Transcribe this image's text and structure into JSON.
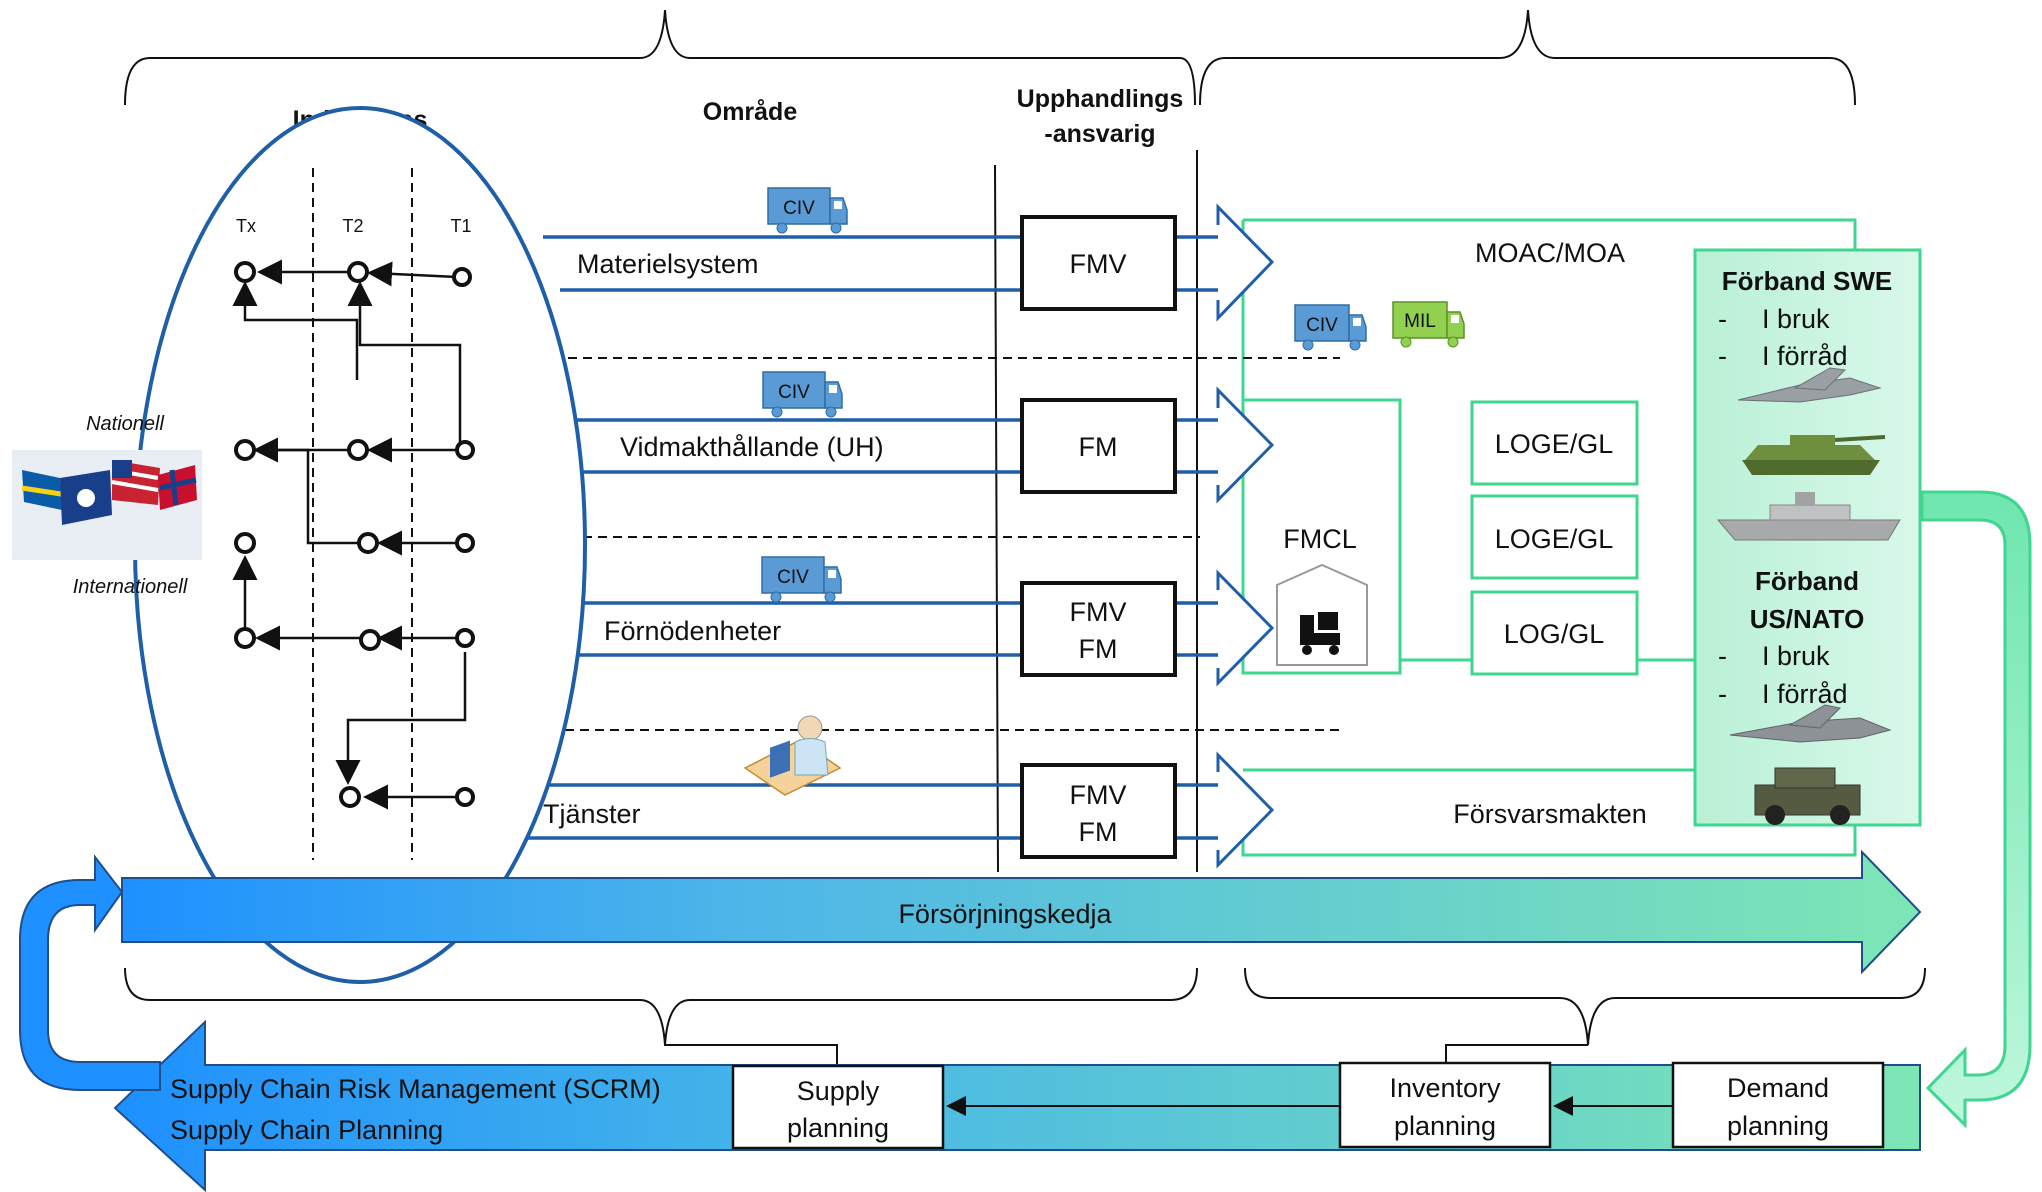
{
  "headers": {
    "industribas": "Industribas",
    "omrade": "Område",
    "upphandling_1": "Upphandlings",
    "upphandling_2": "-ansvarig"
  },
  "tiers": [
    "Tx",
    "T2",
    "T1"
  ],
  "regions": {
    "national": "Nationell",
    "international": "Internationell"
  },
  "rows": [
    {
      "area": "Materielsystem",
      "responsible": [
        "FMV"
      ],
      "truck": "CIV"
    },
    {
      "area": "Vidmakthållande (UH)",
      "responsible": [
        "FM"
      ],
      "truck": "CIV"
    },
    {
      "area": "Förnödenheter",
      "responsible": [
        "FMV",
        "FM"
      ],
      "truck": "CIV"
    },
    {
      "area": "Tjänster",
      "responsible": [
        "FMV",
        "FM"
      ],
      "truck": ""
    }
  ],
  "right_area": {
    "moac": "MOAC/MOA",
    "truck_civ": "CIV",
    "truck_mil": "MIL",
    "fmcl": "FMCL",
    "log_boxes": [
      "LOGE/GL",
      "LOGE/GL",
      "LOG/GL"
    ],
    "forsvarsmakten": "Försvarsmakten"
  },
  "units": {
    "swe_title": "Förband SWE",
    "swe_items": [
      "I bruk",
      "I förråd"
    ],
    "nato_title_1": "Förband",
    "nato_title_2": "US/NATO",
    "nato_items": [
      "I bruk",
      "I förråd"
    ],
    "dash": "-"
  },
  "supply_chain": "Försörjningskedja",
  "scrm": {
    "line1": "Supply Chain Risk Management (SCRM)",
    "line2": "Supply Chain Planning"
  },
  "planning": [
    {
      "line1": "Supply",
      "line2": "planning"
    },
    {
      "line1": "Inventory",
      "line2": "planning"
    },
    {
      "line1": "Demand",
      "line2": "planning"
    }
  ],
  "colors": {
    "blue": "#1f5fa8",
    "green": "#3fd68f",
    "truck_blue": "#5b9bd5",
    "truck_green": "#92d050"
  }
}
